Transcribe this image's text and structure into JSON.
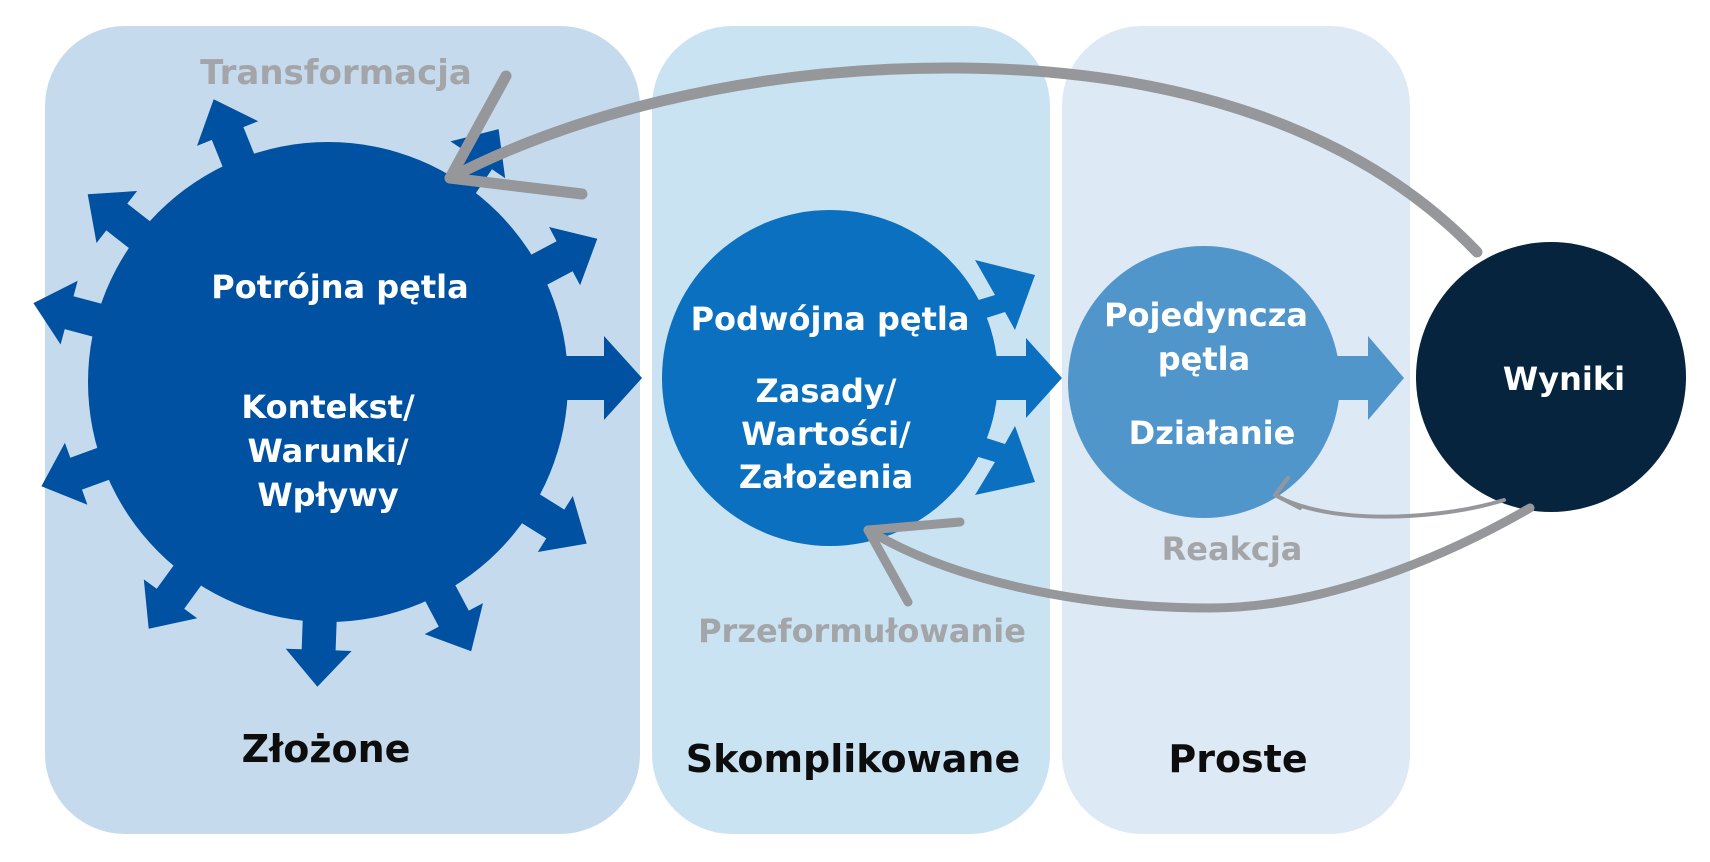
{
  "panels": {
    "complex": {
      "label": "Złożone",
      "color": "#c5dbed"
    },
    "complicated": {
      "label": "Skomplikowane",
      "color": "#c9e3f3"
    },
    "simple": {
      "label": "Proste",
      "color": "#dde9f5"
    }
  },
  "circles": {
    "triple": {
      "title": "Potrójna pętla",
      "lines": [
        "Kontekst/",
        "Warunki/",
        "Wpływy"
      ],
      "color": "#0051a2"
    },
    "double": {
      "title": "Podwójna pętla",
      "lines": [
        "Zasady/",
        "Wartości/",
        "Założenia"
      ],
      "color": "#0a70bf"
    },
    "single": {
      "title_lines": [
        "Pojedyncza",
        "pętla"
      ],
      "subtitle": "Działanie",
      "color": "#5096cb"
    },
    "results": {
      "title": "Wyniki",
      "color": "#07243f"
    }
  },
  "feedback_labels": {
    "transformation": "Transformacja",
    "reframing": "Przeformułowanie",
    "reaction": "Reakcja"
  },
  "colors": {
    "feedback_arrow": "#95979b",
    "feedback_text": "#a3a5a8",
    "panel_text": "#0d0d0d",
    "circle_text": "#ffffff"
  }
}
